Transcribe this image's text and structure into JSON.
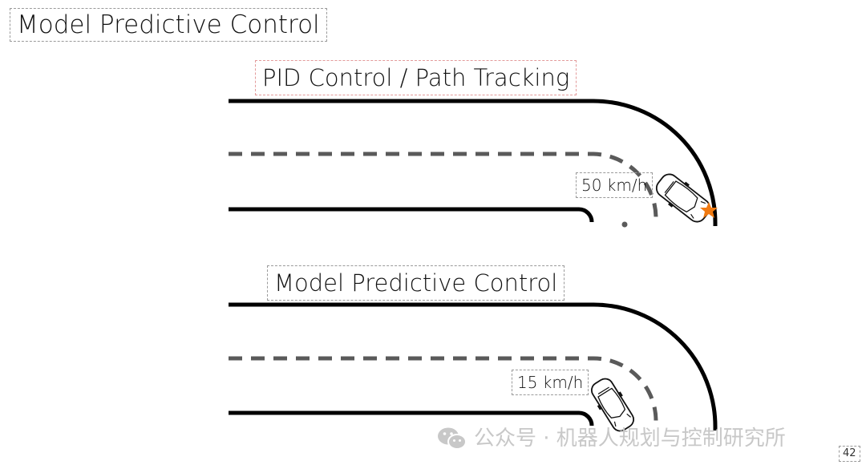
{
  "slide": {
    "title": "Model Predictive Control",
    "page_number": "42"
  },
  "panels": [
    {
      "label": "PID Control / Path Tracking",
      "speed": "50 km/h"
    },
    {
      "label": "Model Predictive Control",
      "speed": "15 km/h"
    }
  ],
  "watermark": {
    "text": "公众号 · 机器人规划与控制研究所",
    "icon": "wechat-icon"
  },
  "colors": {
    "road_edge": "#000000",
    "centerline": "#5a5a5a",
    "collision_marker": "#f07a12",
    "pid_label_border": "#e39a9a"
  }
}
